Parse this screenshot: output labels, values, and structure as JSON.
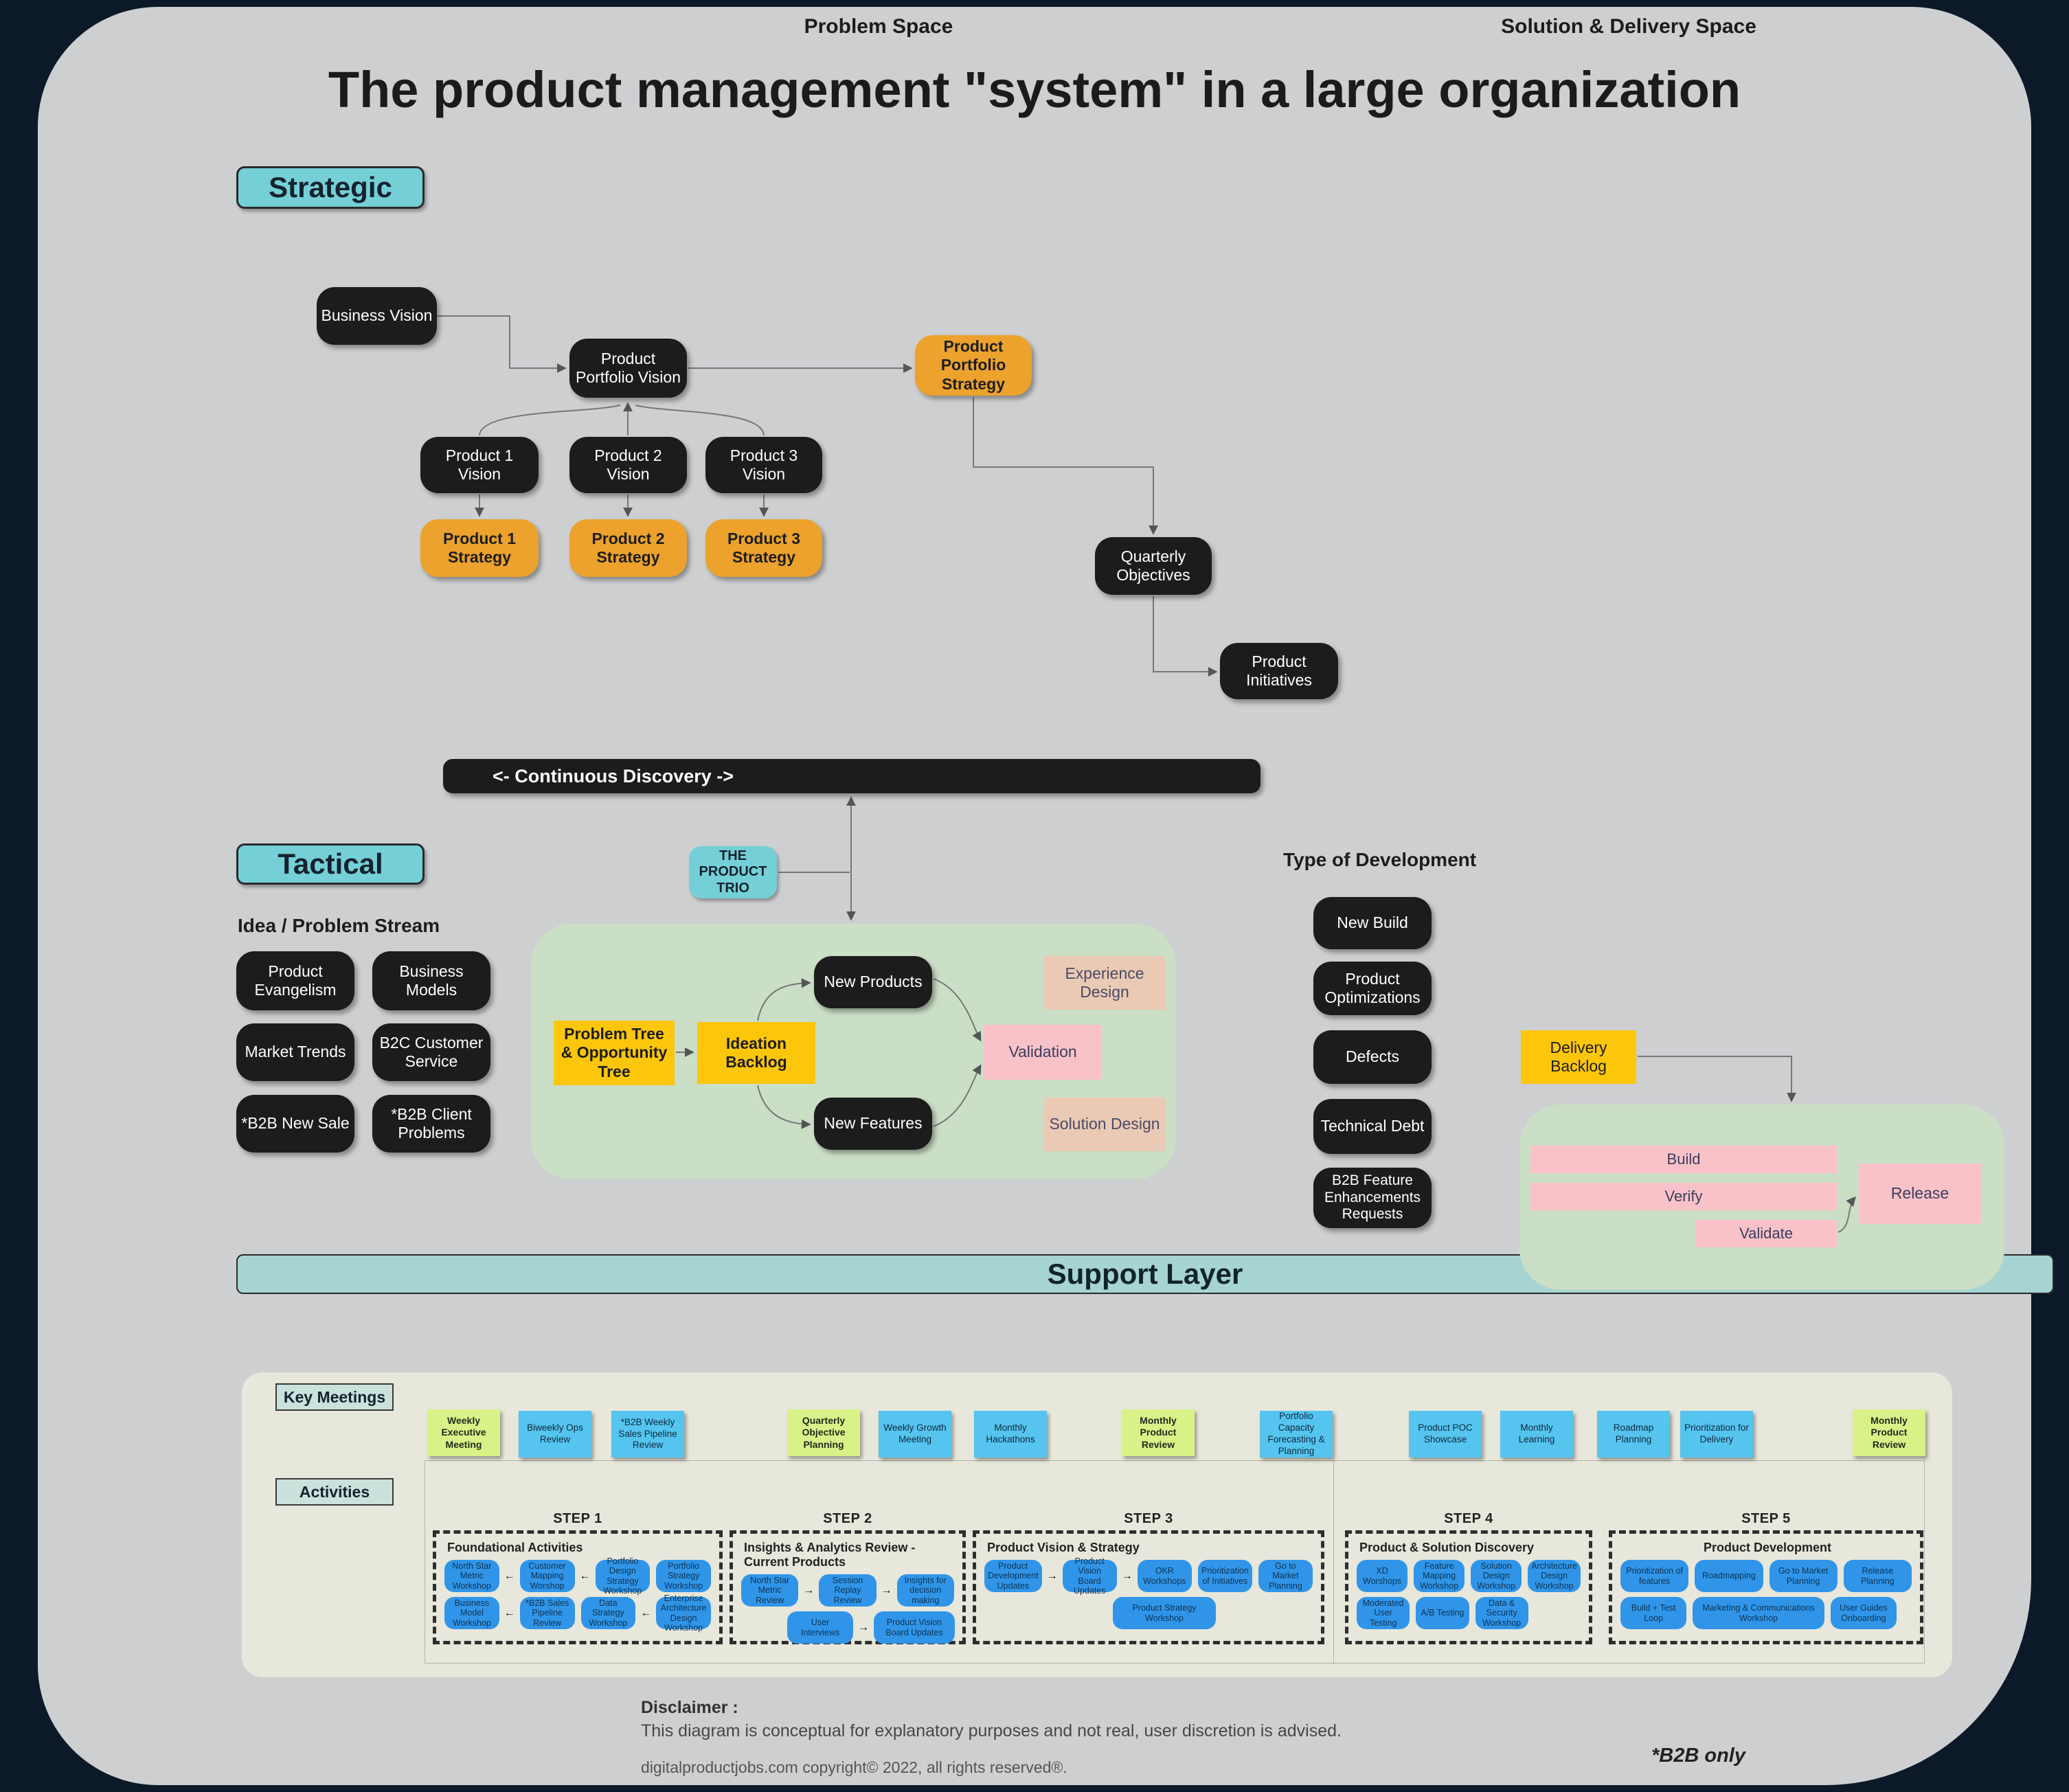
{
  "title": "The product management \"system\" in a large organization",
  "labels": {
    "strategic": "Strategic",
    "tactical": "Tactical",
    "support": "Support Layer",
    "key_meetings": "Key Meetings",
    "activities": "Activities",
    "idea_stream": "Idea / Problem Stream",
    "type_dev": "Type of Development"
  },
  "strategic": {
    "business_vision": "Business Vision",
    "portfolio_vision": "Product Portfolio Vision",
    "portfolio_strategy": "Product Portfolio Strategy",
    "p1_vision": "Product 1 Vision",
    "p2_vision": "Product 2 Vision",
    "p3_vision": "Product 3 Vision",
    "p1_strategy": "Product 1 Strategy",
    "p2_strategy": "Product 2 Strategy",
    "p3_strategy": "Product 3 Strategy",
    "quarterly_objectives": "Quarterly Objectives",
    "product_initiatives": "Product Initiatives"
  },
  "flow": {
    "discovery_bar": "<- Continuous Discovery ->",
    "product_trio": "THE PRODUCT TRIO",
    "problem_tree": "Problem Tree & Opportunity Tree",
    "ideation_backlog": "Ideation Backlog",
    "new_products": "New Products",
    "new_features": "New Features",
    "validation": "Validation",
    "experience_design": "Experience Design",
    "solution_design": "Solution Design"
  },
  "idea_stream": [
    "Product Evangelism",
    "Business Models",
    "Market Trends",
    "B2C Customer Service",
    "*B2B New Sale",
    "*B2B Client Problems"
  ],
  "dev_types": [
    "New Build",
    "Product Optimizations",
    "Defects",
    "Technical Debt",
    "B2B Feature Enhancements Requests"
  ],
  "delivery": {
    "backlog": "Delivery Backlog",
    "build": "Build",
    "verify": "Verify",
    "validate": "Validate",
    "release": "Release"
  },
  "meetings": {
    "notes": [
      {
        "text": "Weekly Executive Meeting",
        "color": "green"
      },
      {
        "text": "Biweekly Ops Review",
        "color": "blue"
      },
      {
        "text": "*B2B Weekly Sales Pipeline Review",
        "color": "blue"
      },
      {
        "text": "Quarterly Objective Planning",
        "color": "green"
      },
      {
        "text": "Weekly Growth Meeting",
        "color": "blue"
      },
      {
        "text": "Monthly Hackathons",
        "color": "blue"
      },
      {
        "text": "Monthly Product Review",
        "color": "green"
      },
      {
        "text": "Portfolio Capacity Forecasting & Planning",
        "color": "blue"
      },
      {
        "text": "Product POC Showcase",
        "color": "blue"
      },
      {
        "text": "Monthly Learning",
        "color": "blue"
      },
      {
        "text": "Roadmap Planning",
        "color": "blue"
      },
      {
        "text": "Prioritization for Delivery",
        "color": "blue"
      },
      {
        "text": "Monthly Product Review",
        "color": "green"
      }
    ]
  },
  "activities": {
    "problem_space": "Problem Space",
    "solution_space": "Solution & Delivery Space",
    "steps": [
      {
        "label": "STEP 1",
        "title": "Foundational Activities",
        "row1": [
          "North Star Metric Workshop",
          "Customer Mapping Worshop",
          "Portfolio Design Strategy Workshop",
          "Portfolio Strategy Workshop"
        ],
        "row2": [
          "Business Model Workshop",
          "*B2B Sales Pipeline Review",
          "Data Strategy Workshop",
          "Enterprise Architecture Design Workshop"
        ]
      },
      {
        "label": "STEP 2",
        "title": "Insights & Analytics Review - Current Products",
        "row1": [
          "North Star Metric Review",
          "Session Replay Review",
          "Insights for decision making"
        ],
        "row2": [
          "User Interviews",
          "Product Vision Board Updates"
        ]
      },
      {
        "label": "STEP 3",
        "title": "Product Vision & Strategy",
        "row1": [
          "Product Development Updates",
          "Product Vision Board Updates",
          "OKR Workshops",
          "Prioritization of Initiatives",
          "Go to Market Planning"
        ],
        "row2": [
          "Product Strategy Workshop"
        ]
      },
      {
        "label": "STEP 4",
        "title": "Product & Solution Discovery",
        "row1": [
          "XD Worshops",
          "Feature Mapping Workshop",
          "Solution Design Workshop",
          "Architecture Design Workshop"
        ],
        "row2": [
          "Moderated User Testing",
          "A/B Testing",
          "Data & Security Workshop"
        ]
      },
      {
        "label": "STEP 5",
        "title": "Product Development",
        "row1": [
          "Prioritization of features",
          "Roadmapping",
          "Go to Market Planning",
          "Release Planning"
        ],
        "row2": [
          "Build + Test Loop",
          "Marketing & Communications Workshop",
          "User Guides Onboarding"
        ]
      }
    ]
  },
  "footer": {
    "disclaimer_title": "Disclaimer :",
    "disclaimer_text": "This diagram is conceptual for explanatory purposes and not real, user discretion is advised.",
    "copyright": "digitalproductjobs.com copyright© 2022, all rights reserved®.",
    "b2b_note": "*B2B only"
  },
  "icons": {
    "arrow_right": "→",
    "arrow_left": "←"
  },
  "colors": {
    "outer": "#0C1928",
    "canvas": "#CECFD1",
    "beige": "#E8E7DB",
    "node-black": "#1C1C1C",
    "orange": "#ECA22D",
    "teal": "#74D0D6",
    "yellow": "#FCC60A",
    "greenpanel": "#CBDEC6",
    "pink": "#F9C2C9",
    "peach": "#EACAB4",
    "sticky-green": "#D9F287",
    "sticky-blue": "#55C4EF",
    "act-blue": "#3095E8",
    "support": "#A6D4D2"
  }
}
